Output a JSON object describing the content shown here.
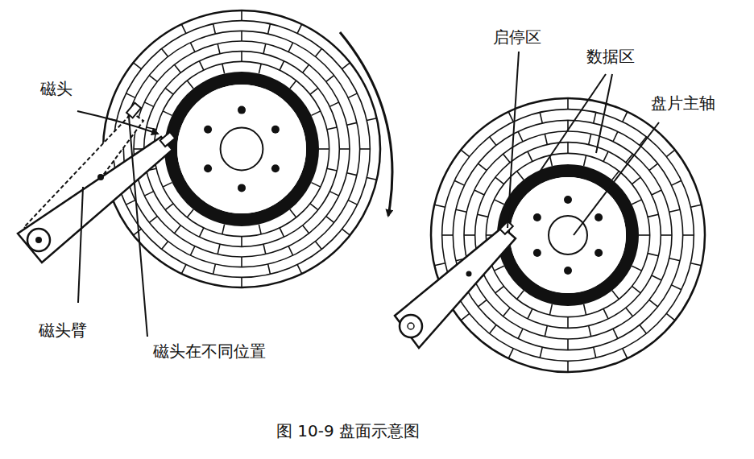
{
  "diagram": {
    "caption": "图 10-9 盘面示意图",
    "labels": [
      "磁头",
      "磁头臂",
      "磁头在不同位置",
      "启停区",
      "数据区",
      "盘片主轴"
    ]
  }
}
